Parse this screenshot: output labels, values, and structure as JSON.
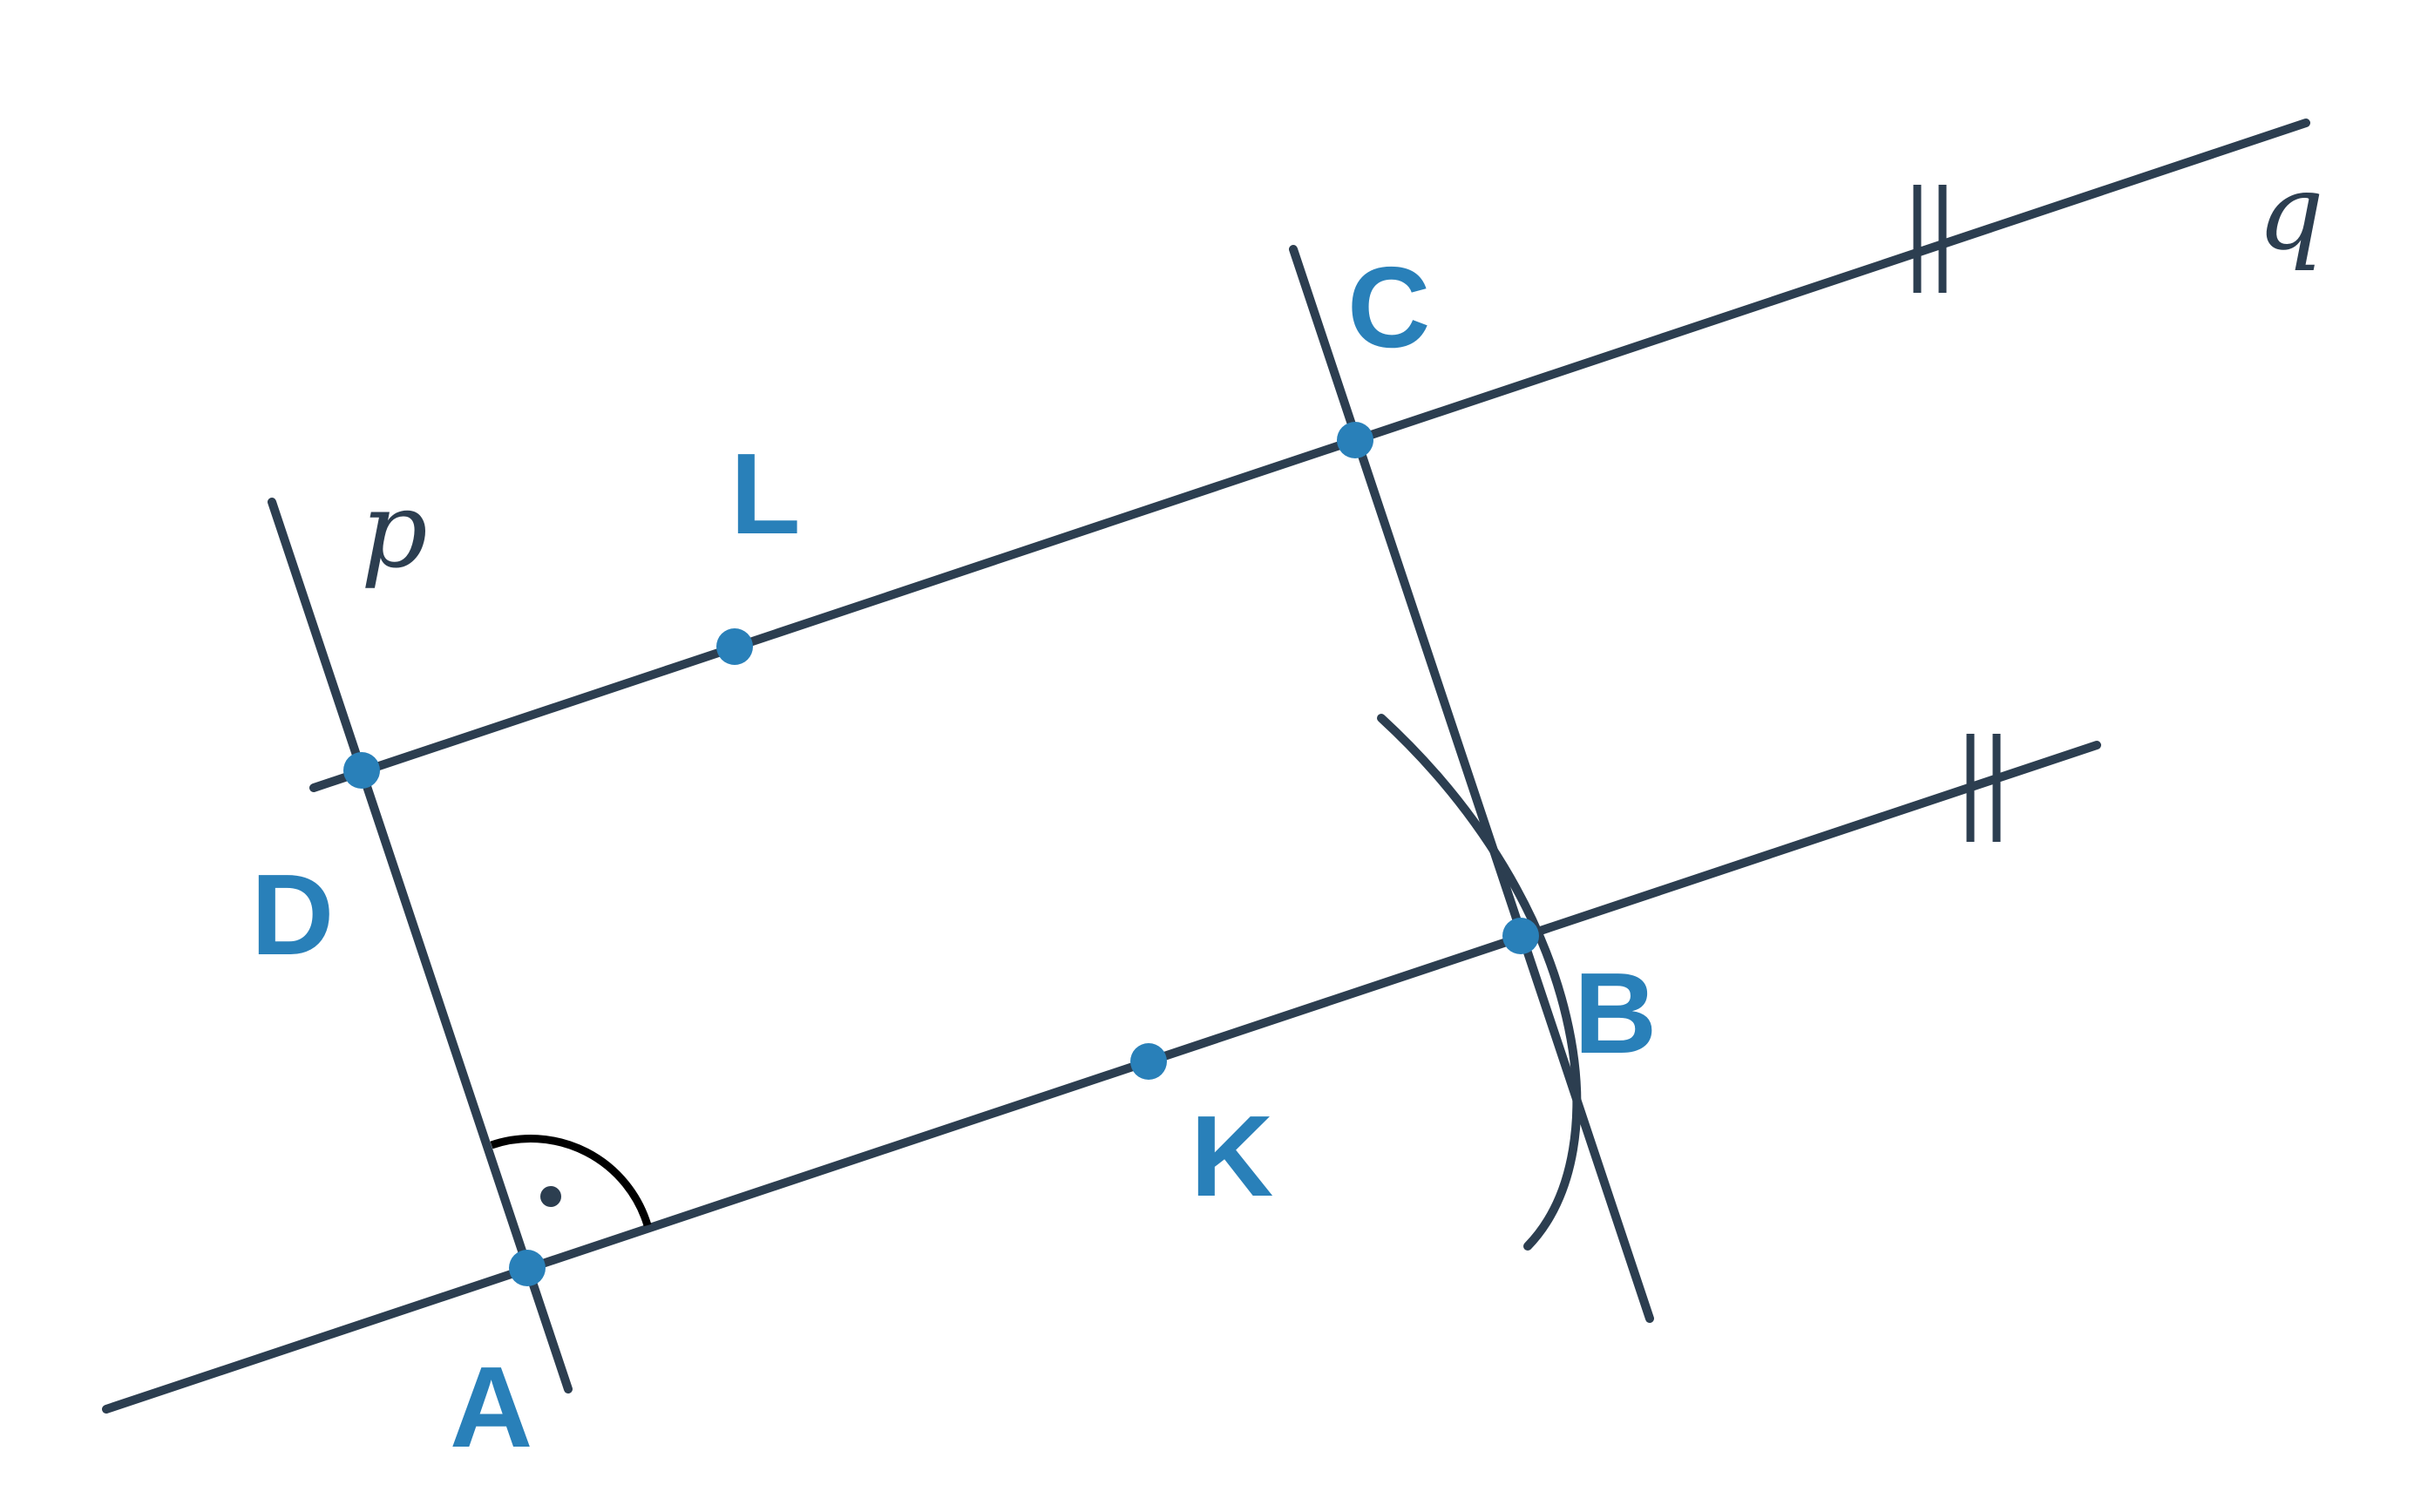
{
  "colors": {
    "ink": "#2c3e50",
    "point": "#2980b9",
    "angle_mark": "#000000"
  },
  "points": {
    "A": "A",
    "B": "B",
    "C": "C",
    "D": "D",
    "K": "K",
    "L": "L"
  },
  "lines": {
    "p": "p",
    "q": "q"
  },
  "marks": {
    "parallel": "parallel-tick-marks",
    "right_angle": "right-angle-mark"
  }
}
